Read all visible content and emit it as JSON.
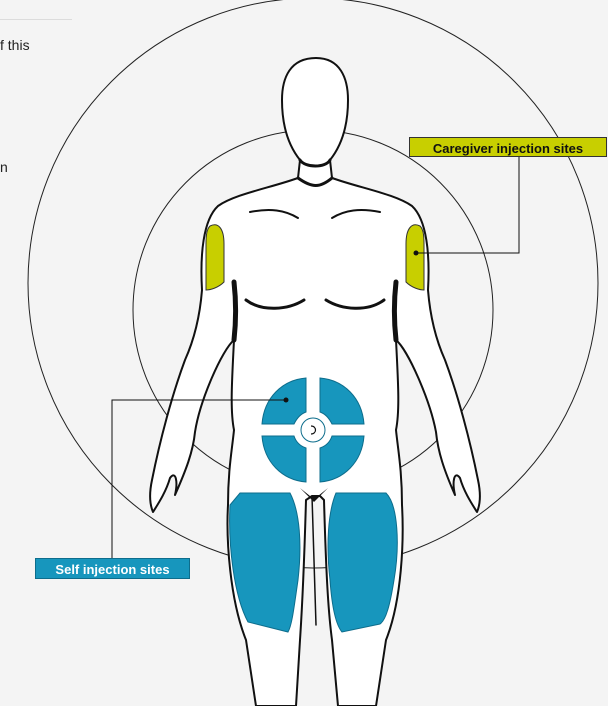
{
  "fragments": {
    "top_text": "f this",
    "side_text": "n"
  },
  "labels": {
    "caregiver": "Caregiver injection sites",
    "self": "Self injection sites"
  },
  "colors": {
    "caregiver": "#c8cf00",
    "self": "#1796bd",
    "background": "#f4f4f4",
    "outline": "#111111"
  }
}
